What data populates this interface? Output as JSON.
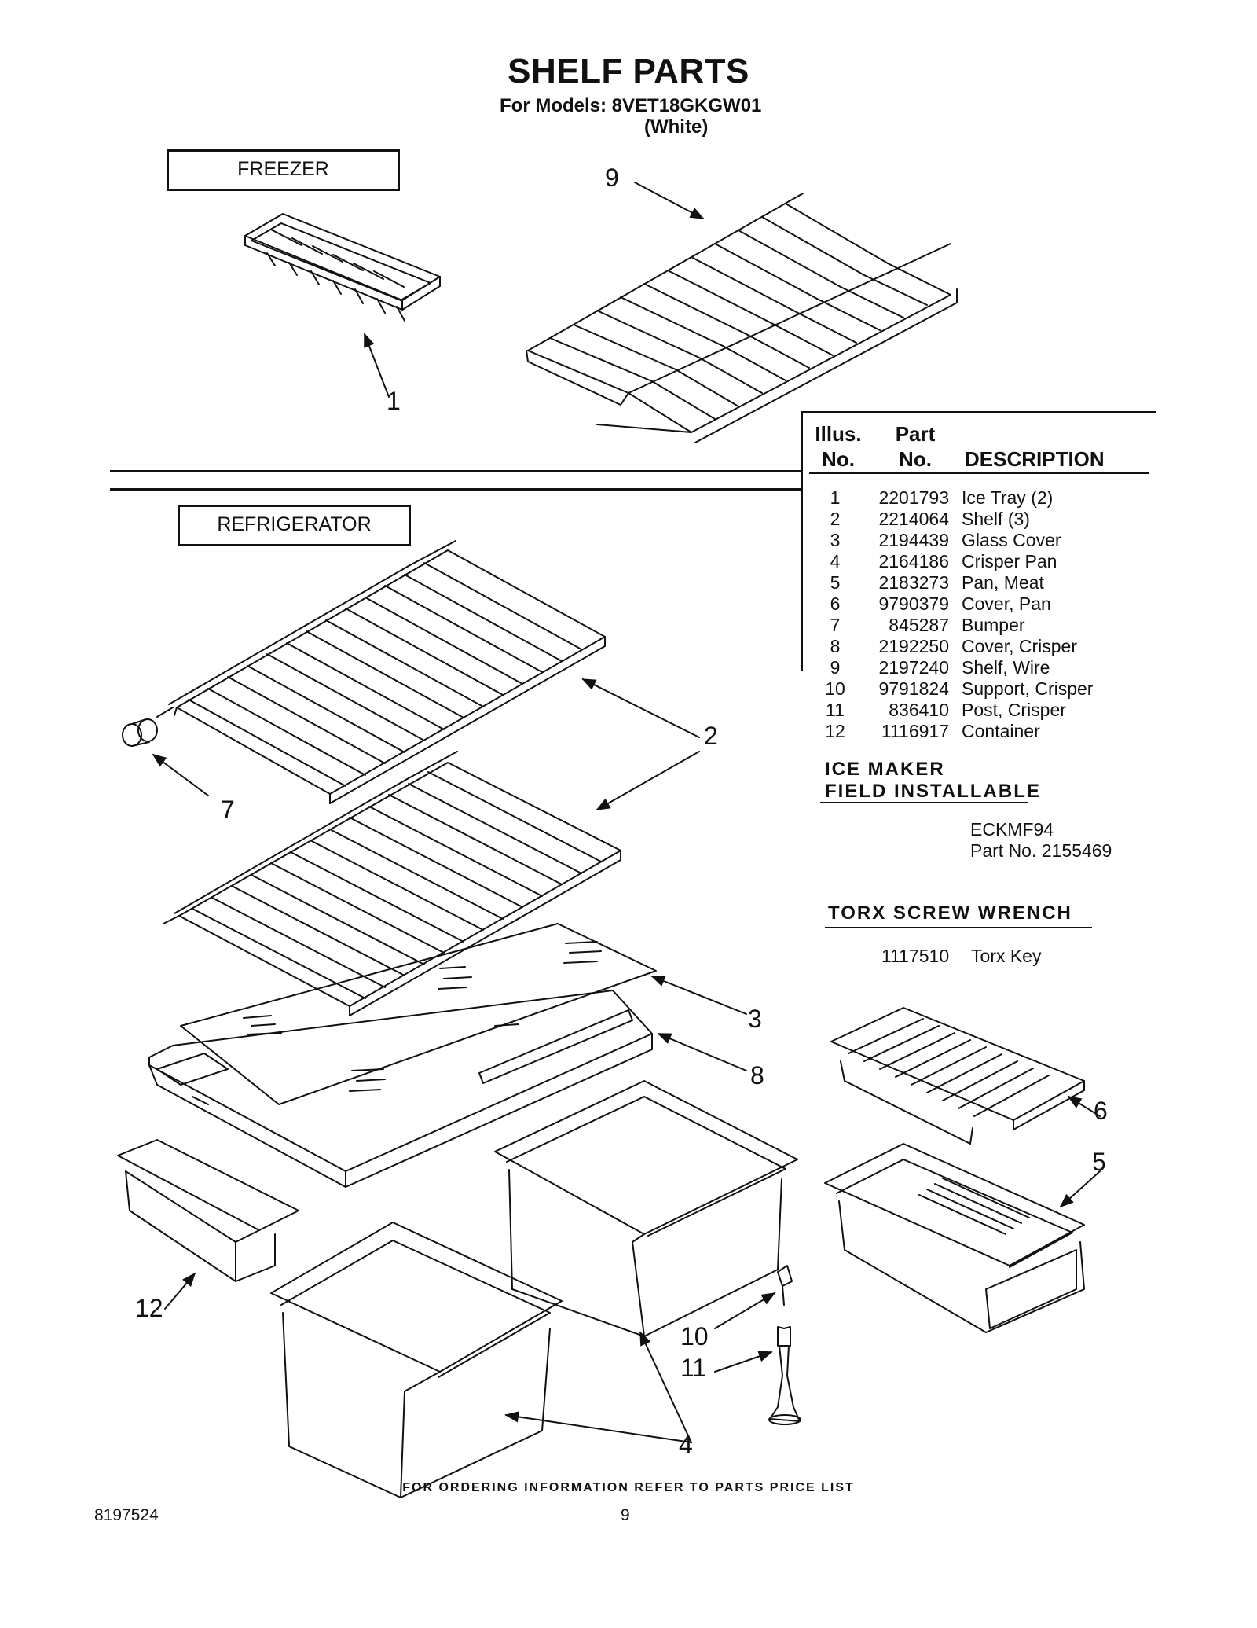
{
  "header": {
    "title": "SHELF PARTS",
    "models_line": "For Models: 8VET18GKGW01",
    "color_line": "(White)"
  },
  "sections": {
    "freezer": "FREEZER",
    "refrigerator": "REFRIGERATOR"
  },
  "table": {
    "col_illus": [
      "Illus.",
      "No."
    ],
    "col_part": [
      "Part",
      "No."
    ],
    "col_desc": "DESCRIPTION",
    "rows": [
      {
        "illus": "1",
        "part": "2201793",
        "desc": "Ice Tray (2)"
      },
      {
        "illus": "2",
        "part": "2214064",
        "desc": "Shelf (3)"
      },
      {
        "illus": "3",
        "part": "2194439",
        "desc": "Glass Cover"
      },
      {
        "illus": "4",
        "part": "2164186",
        "desc": "Crisper Pan"
      },
      {
        "illus": "5",
        "part": "2183273",
        "desc": "Pan, Meat"
      },
      {
        "illus": "6",
        "part": "9790379",
        "desc": "Cover, Pan"
      },
      {
        "illus": "7",
        "part": "845287",
        "desc": "Bumper"
      },
      {
        "illus": "8",
        "part": "2192250",
        "desc": "Cover, Crisper"
      },
      {
        "illus": "9",
        "part": "2197240",
        "desc": "Shelf, Wire"
      },
      {
        "illus": "10",
        "part": "9791824",
        "desc": "Support, Crisper"
      },
      {
        "illus": "11",
        "part": "836410",
        "desc": "Post, Crisper"
      },
      {
        "illus": "12",
        "part": "1116917",
        "desc": "Container"
      }
    ]
  },
  "ice_maker": {
    "heading_1": "ICE MAKER",
    "heading_2": "FIELD INSTALLABLE",
    "model": "ECKMF94",
    "part": "Part No. 2155469"
  },
  "torx": {
    "heading": "TORX SCREW WRENCH",
    "part": "1117510",
    "desc": "Torx Key"
  },
  "callouts": {
    "c1": "1",
    "c2": "2",
    "c3": "3",
    "c4": "4",
    "c5": "5",
    "c6": "6",
    "c7": "7",
    "c8": "8",
    "c9": "9",
    "c10": "10",
    "c11": "11",
    "c12": "12"
  },
  "footer": {
    "ordering": "FOR ORDERING INFORMATION REFER TO PARTS PRICE LIST",
    "doc_number": "8197524",
    "page_number": "9"
  }
}
